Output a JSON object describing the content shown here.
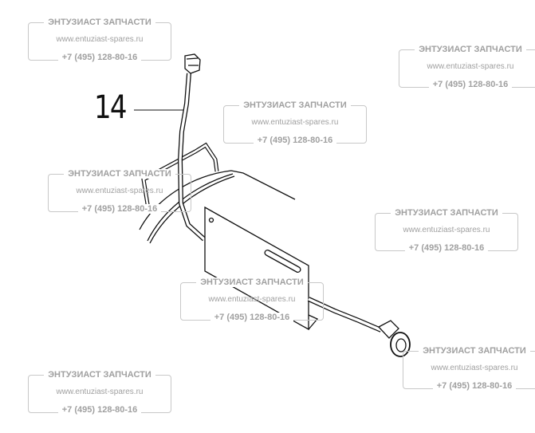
{
  "diagram": {
    "callouts": [
      {
        "label": "14"
      }
    ],
    "watermark": {
      "company": "ЭНТУЗИАСТ ЗАПЧАСТИ",
      "website": "www.entuziast-spares.ru",
      "phone": "+7 (495) 128-80-16"
    },
    "watermark_count": 8
  }
}
